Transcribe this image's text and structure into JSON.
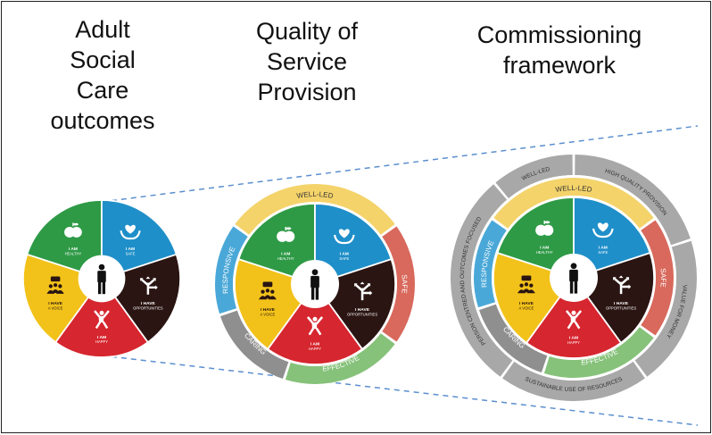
{
  "headings": {
    "adult_social_care": "Adult\nSocial\nCare\noutcomes",
    "quality_of_service": "Quality of\nService\nProvision",
    "commissioning": "Commissioning\nframework"
  },
  "outcomes": {
    "healthy": {
      "title": "I AM",
      "sub": "HEALTHY"
    },
    "safe": {
      "title": "I AM",
      "sub": "SAFE"
    },
    "opportunities": {
      "title": "I HAVE",
      "sub": "OPPORTUNITIES"
    },
    "happy": {
      "title": "I AM",
      "sub": "HAPPY"
    },
    "voice": {
      "title": "I HAVE",
      "sub": "A VOICE"
    }
  },
  "quality_ring": {
    "well_led": "WELL-LED",
    "safe": "SAFE",
    "effective": "EFFECTIVE",
    "caring": "CARING",
    "responsive": "RESPONSIVE"
  },
  "commissioning_ring": {
    "well_led": "WELL-LED",
    "high_quality": "HIGH QUALITY PROVISION",
    "value_for_money": "VALUE FOR MONEY",
    "sustainable": "SUSTAINABLE USE OF RESOURCES",
    "person_centred": "PERSON CENTRED AND OUTCOMES FOCUSED"
  },
  "colors": {
    "green": "#2e9a46",
    "blue": "#1f8fc9",
    "dark": "#2a1512",
    "red": "#d6262f",
    "yellow": "#f2c21a",
    "ring_yellow": "#f4d36a",
    "ring_red": "#d8695c",
    "ring_green": "#86c27a",
    "ring_grey": "#8f8f8f",
    "ring_blue": "#4aa8d8",
    "outer_grey": "#a8a8a8",
    "dash": "#5b8fcf"
  },
  "icons": [
    "apple-icon",
    "heart-hands-icon",
    "crossroads-icon",
    "happy-person-icon",
    "group-speech-icon",
    "person-icon"
  ]
}
